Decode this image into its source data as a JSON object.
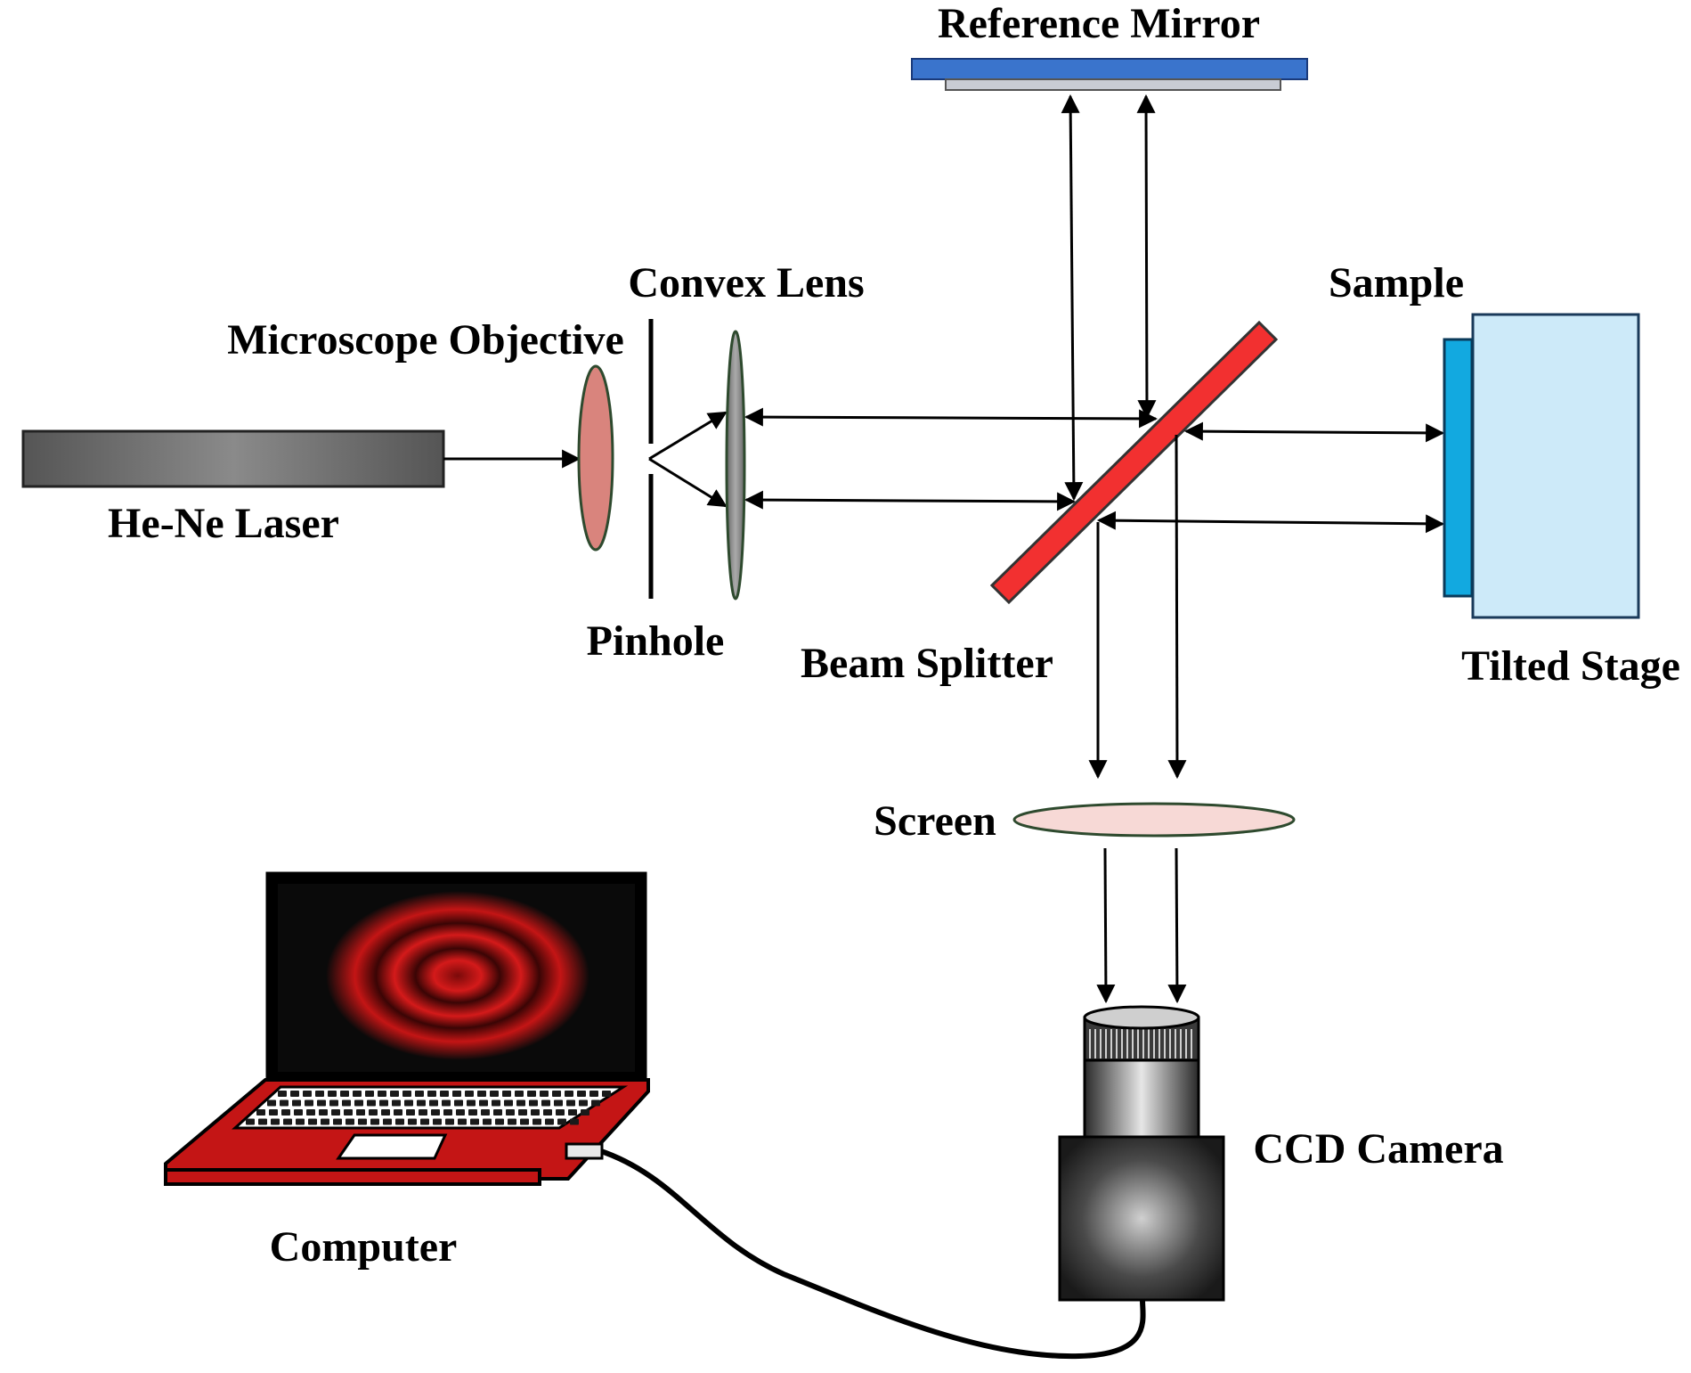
{
  "labels": {
    "reference_mirror": "Reference  Mirror",
    "convex_lens": "Convex Lens",
    "microscope_objective": "Microscope Objective",
    "sample": "Sample",
    "he_ne_laser": "He-Ne Laser",
    "pinhole": "Pinhole",
    "beam_splitter": "Beam Splitter",
    "tilted_stage": "Tilted Stage",
    "screen": "Screen",
    "ccd_camera": "CCD Camera",
    "computer": "Computer"
  },
  "colors": {
    "laser_body": "#5a5a5a",
    "objective_lens": "#d9847d",
    "convex_lens": "#8a8a8a",
    "beam_splitter": "#f23030",
    "reference_mirror": "#3a74cc",
    "mirror_base": "#c9ccd4",
    "sample": "#12a9e0",
    "tilted_stage": "#cdeaf9",
    "screen": "#f7d9d6",
    "laptop_body": "#c41515",
    "laptop_screen_fringe": "#d41a1a"
  }
}
